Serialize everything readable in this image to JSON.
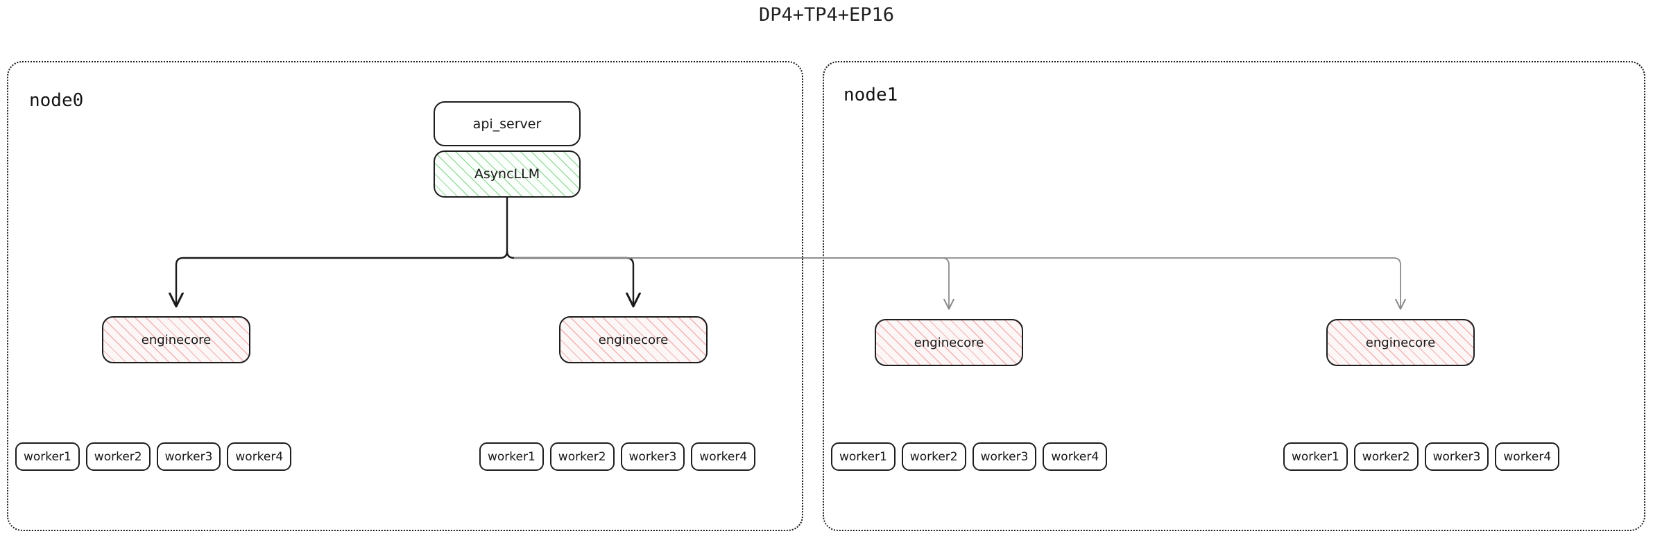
{
  "title": "DP4+TP4+EP16",
  "colors": {
    "stroke": "#1d1d1d",
    "arrow_primary": "#1a1a1a",
    "arrow_secondary": "#8a8a8a",
    "hatch_green": "#9fd9a6",
    "hatch_pink": "#f0b3b3",
    "background": "#ffffff"
  },
  "nodes": [
    {
      "label": "node0",
      "api_server": "api_server",
      "async_llm": "AsyncLLM",
      "enginecores": [
        {
          "label": "enginecore",
          "workers": [
            "worker1",
            "worker2",
            "worker3",
            "worker4"
          ]
        },
        {
          "label": "enginecore",
          "workers": [
            "worker1",
            "worker2",
            "worker3",
            "worker4"
          ]
        }
      ]
    },
    {
      "label": "node1",
      "enginecores": [
        {
          "label": "enginecore",
          "workers": [
            "worker1",
            "worker2",
            "worker3",
            "worker4"
          ]
        },
        {
          "label": "enginecore",
          "workers": [
            "worker1",
            "worker2",
            "worker3",
            "worker4"
          ]
        }
      ]
    }
  ]
}
